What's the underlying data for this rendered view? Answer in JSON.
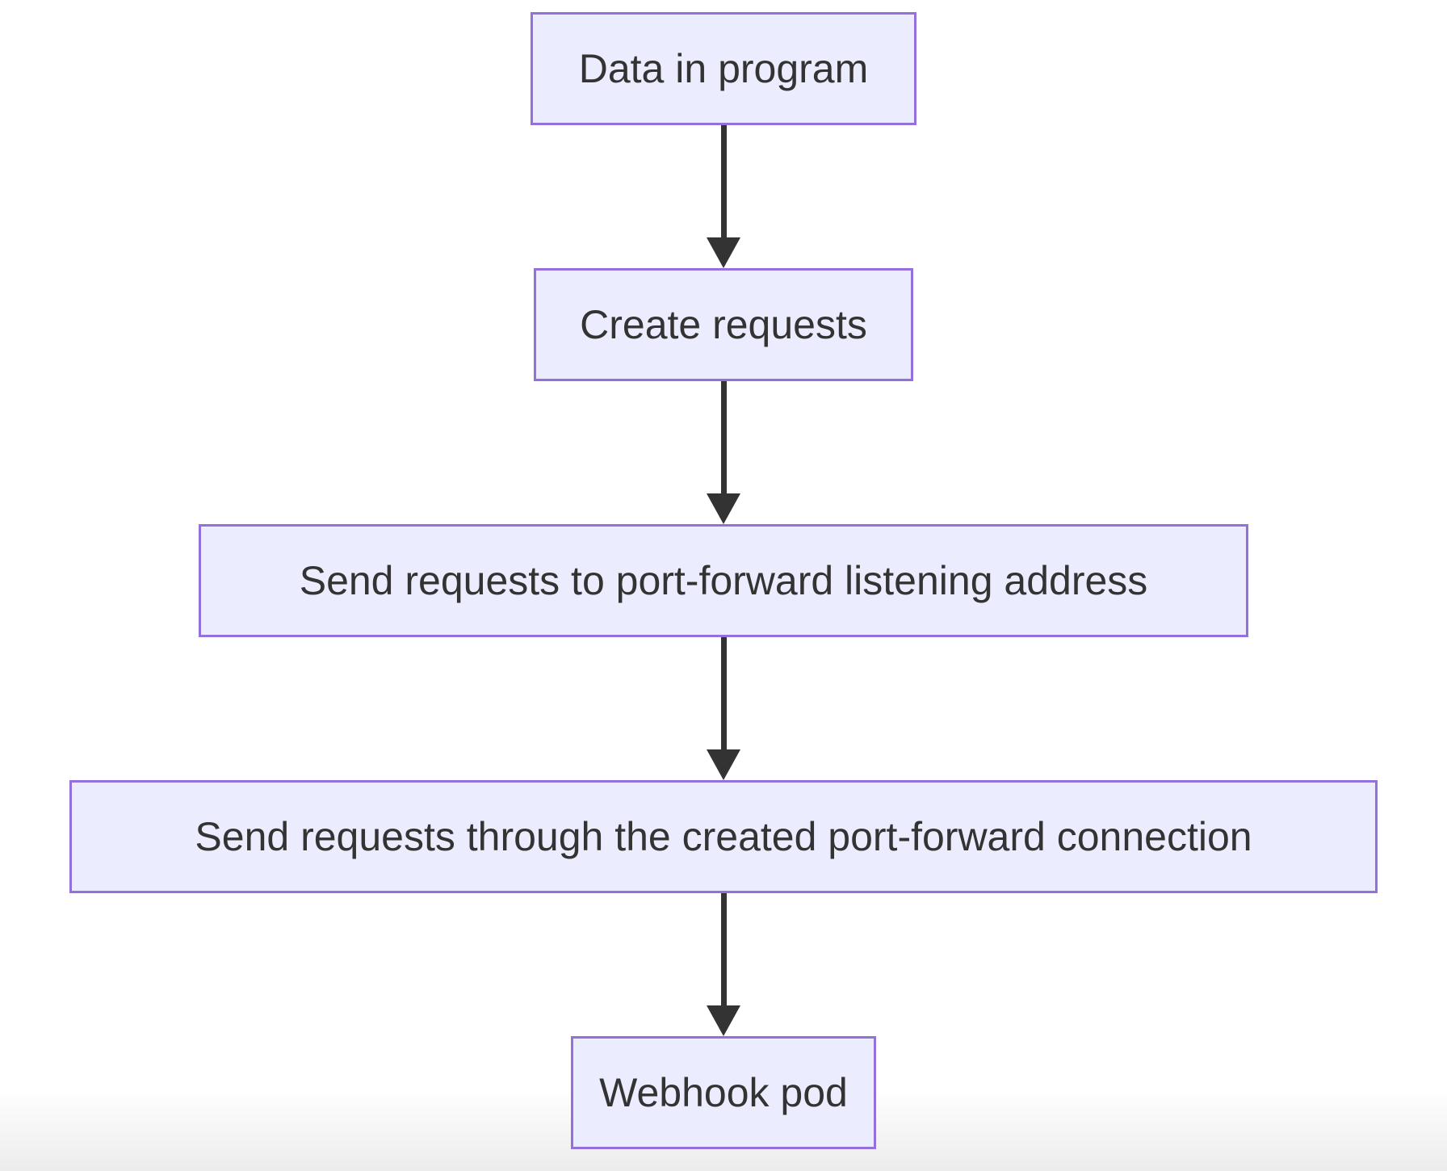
{
  "diagram": {
    "type": "flowchart",
    "direction": "top-down",
    "nodes": [
      {
        "id": "data-in-program",
        "label": "Data in program"
      },
      {
        "id": "create-requests",
        "label": "Create requests"
      },
      {
        "id": "send-to-listening-address",
        "label": "Send requests to port-forward listening address"
      },
      {
        "id": "send-through-connection",
        "label": "Send requests through the created port-forward connection"
      },
      {
        "id": "webhook-pod",
        "label": "Webhook pod"
      }
    ],
    "edges": [
      {
        "from": "data-in-program",
        "to": "create-requests"
      },
      {
        "from": "create-requests",
        "to": "send-to-listening-address"
      },
      {
        "from": "send-to-listening-address",
        "to": "send-through-connection"
      },
      {
        "from": "send-through-connection",
        "to": "webhook-pod"
      }
    ],
    "colors": {
      "node_fill": "#ececff",
      "node_border": "#9370db",
      "node_text": "#333333",
      "arrow": "#333333",
      "background": "#ffffff"
    }
  }
}
